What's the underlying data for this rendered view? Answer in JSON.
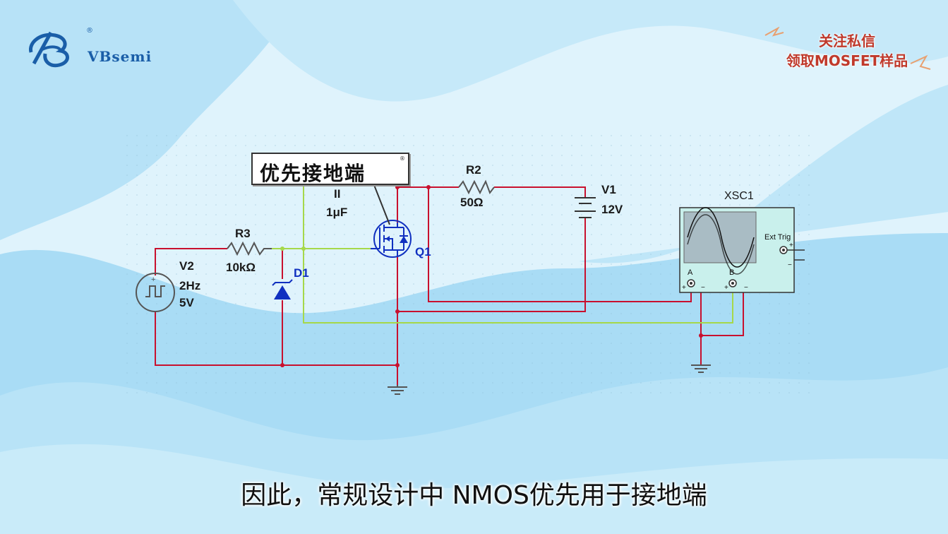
{
  "brand": {
    "name": "VBsemi",
    "registered_mark": "®"
  },
  "promo": {
    "line1": "关注私信",
    "line2": "领取MOSFET样品"
  },
  "callout": {
    "text": "优先接地端",
    "mark": "®"
  },
  "circuit": {
    "v2": {
      "name": "V2",
      "freq": "2Hz",
      "amp": "5V"
    },
    "r3": {
      "name": "R3",
      "value": "10kΩ"
    },
    "d1": {
      "name": "D1"
    },
    "c1": {
      "name": "II",
      "value": "1μF"
    },
    "q1": {
      "name": "Q1"
    },
    "r2": {
      "name": "R2",
      "value": "50Ω"
    },
    "v1": {
      "name": "V1",
      "value": "12V"
    },
    "scope": {
      "name": "XSC1",
      "ext_trig": "Ext Trig",
      "channel_a": "A",
      "channel_b": "B",
      "plus": "+",
      "minus": "−"
    }
  },
  "subtitle": "因此，常规设计中 NMOS优先用于接地端",
  "colors": {
    "wire_red": "#c8102e",
    "wire_green": "#a6d84a",
    "component_blue": "#1030c0",
    "text_red": "#c0392b"
  }
}
